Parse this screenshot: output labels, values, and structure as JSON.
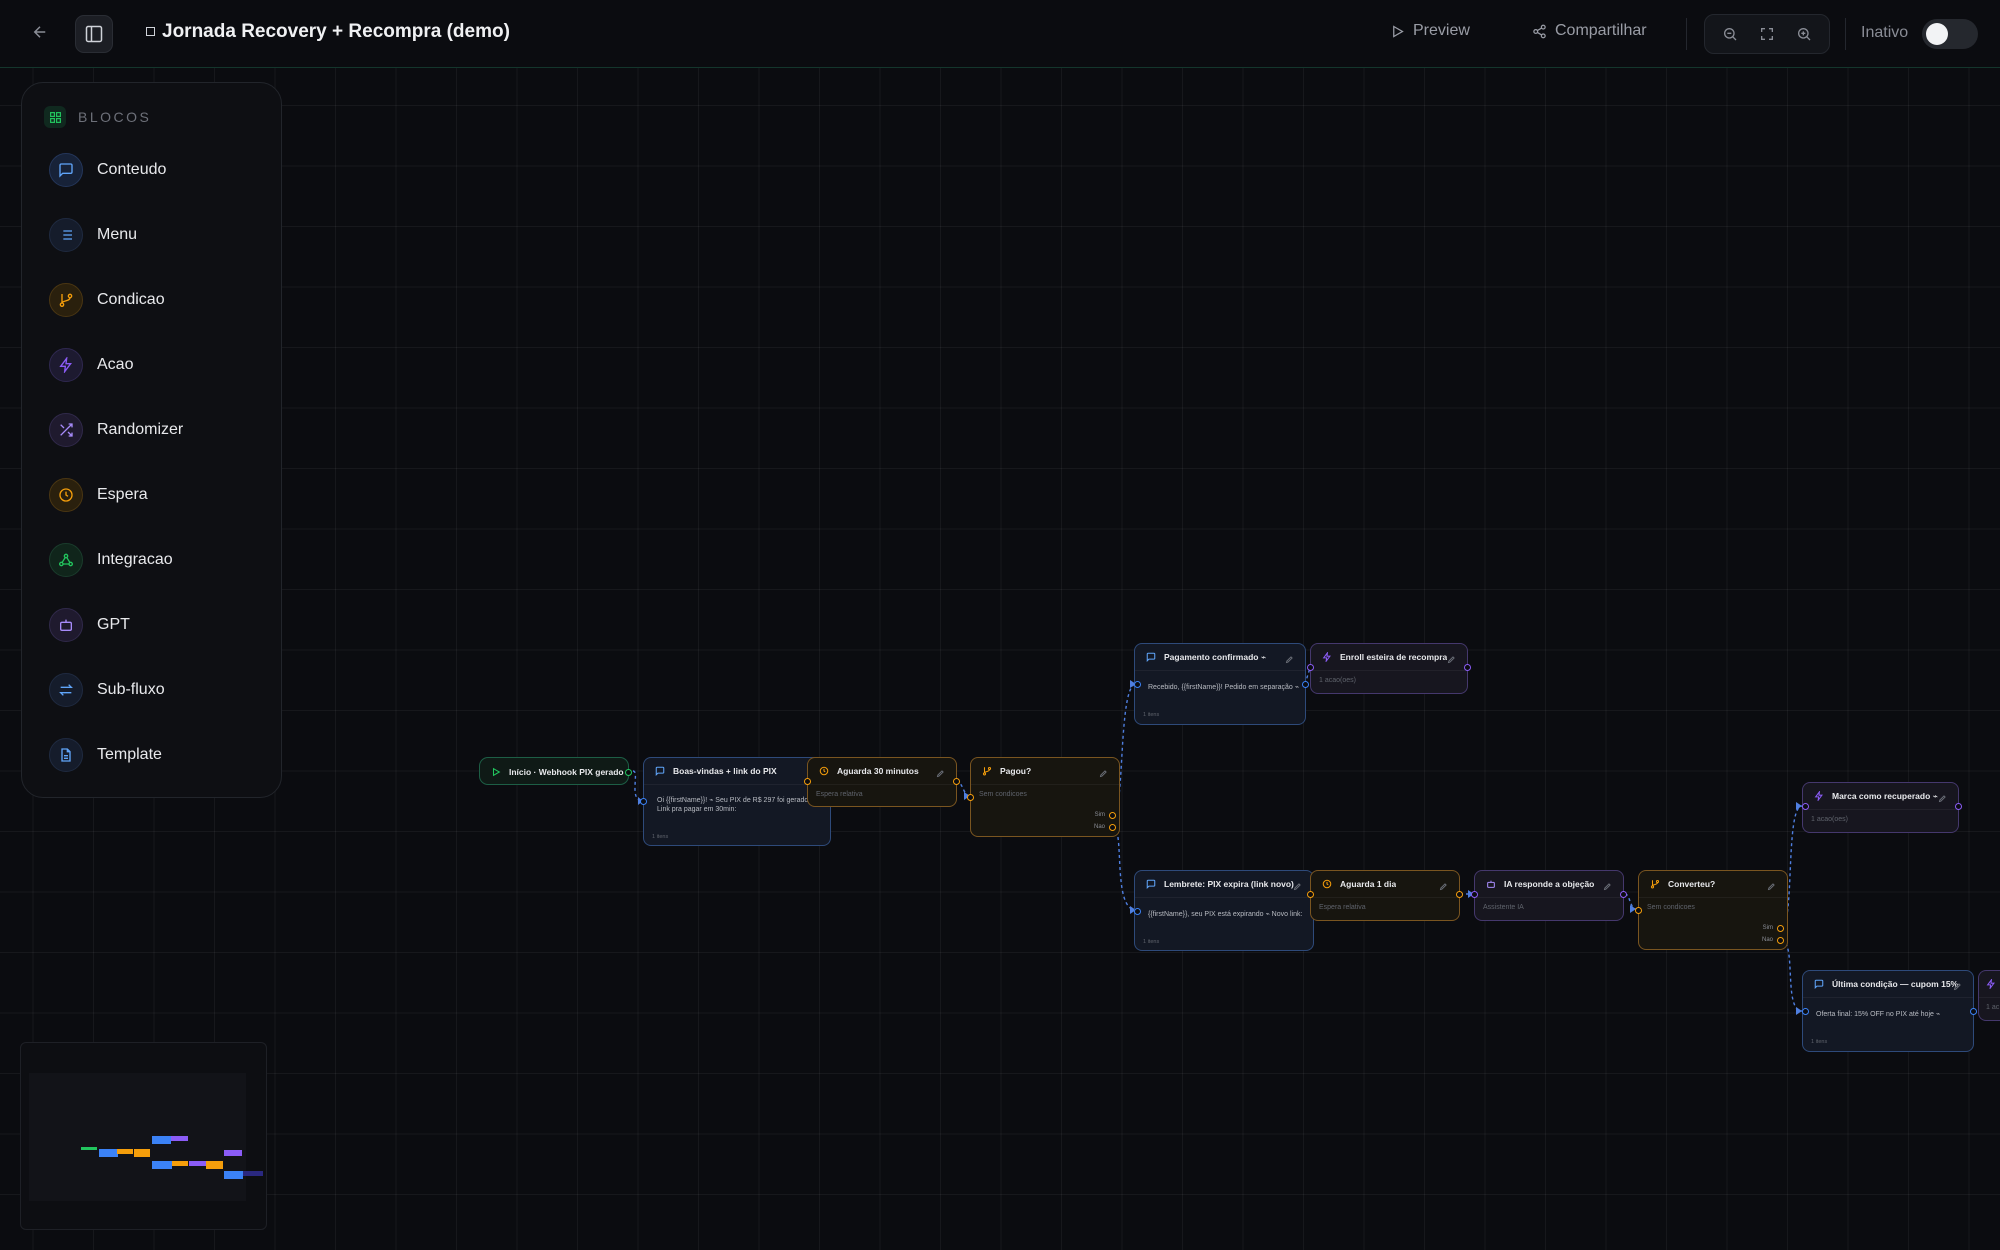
{
  "topbar": {
    "title": "Jornada Recovery + Recompra (demo)",
    "preview_label": "Preview",
    "share_label": "Compartilhar",
    "status_label": "Inativo"
  },
  "blocks_panel": {
    "heading": "BLOCOS",
    "items": [
      {
        "label": "Conteudo",
        "icon": "message-square-icon",
        "color": "#3b82f6"
      },
      {
        "label": "Menu",
        "icon": "list-icon",
        "color": "#3b82f6"
      },
      {
        "label": "Condicao",
        "icon": "git-branch-icon",
        "color": "#f59e0b"
      },
      {
        "label": "Acao",
        "icon": "zap-icon",
        "color": "#8b5cf6"
      },
      {
        "label": "Randomizer",
        "icon": "shuffle-icon",
        "color": "#a78bfa"
      },
      {
        "label": "Espera",
        "icon": "clock-icon",
        "color": "#f59e0b"
      },
      {
        "label": "Integracao",
        "icon": "webhook-icon",
        "color": "#22c55e"
      },
      {
        "label": "GPT",
        "icon": "bot-icon",
        "color": "#a78bfa"
      },
      {
        "label": "Sub-fluxo",
        "icon": "arrows-left-right-icon",
        "color": "#60a5fa"
      },
      {
        "label": "Template",
        "icon": "file-text-icon",
        "color": "#60a5fa"
      }
    ]
  },
  "nodes": {
    "start": {
      "title": "Início · Webhook PIX gerado"
    },
    "welcome": {
      "title": "Boas-vindas + link do PIX",
      "body1": "Oi {{firstName}}! ⌁ Seu PIX de R$ 297 foi gerado",
      "body2": "Link pra pagar em 30min:",
      "footer": "1 itens"
    },
    "wait30": {
      "title": "Aguarda 30 minutos",
      "sub": "Espera relativa"
    },
    "paid": {
      "title": "Pagou?",
      "sub": "Sem condicoes",
      "yes": "Sim",
      "no": "Nao"
    },
    "confirmed": {
      "title": "Pagamento confirmado ⌁",
      "body1": "Recebido, {{firstName}}! Pedido em separação ⌁",
      "footer": "1 itens"
    },
    "enroll": {
      "title": "Enroll esteira de recompra",
      "sub": "1 acao(oes)"
    },
    "reminder": {
      "title": "Lembrete: PIX expira (link novo)",
      "body1": "{{firstName}}, seu PIX está expirando ⌁ Novo link:",
      "footer": "1 itens"
    },
    "wait1d": {
      "title": "Aguarda 1 dia",
      "sub": "Espera relativa"
    },
    "ai": {
      "title": "IA responde a objeção",
      "sub": "Assistente IA"
    },
    "converted": {
      "title": "Converteu?",
      "sub": "Sem condicoes",
      "yes": "Sim",
      "no": "Nao"
    },
    "recovered": {
      "title": "Marca como recuperado ⌁",
      "sub": "1 acao(oes)"
    },
    "last": {
      "title": "Última condição — cupom 15%",
      "body1": "Oferta final: 15% OFF no PIX até hoje ⌁",
      "footer": "1 itens"
    },
    "edge": {
      "sub": "1 ac"
    }
  },
  "colors": {
    "blue": "#3b82f6",
    "orange": "#f59e0b",
    "purple": "#8b5cf6",
    "green": "#22c55e"
  }
}
